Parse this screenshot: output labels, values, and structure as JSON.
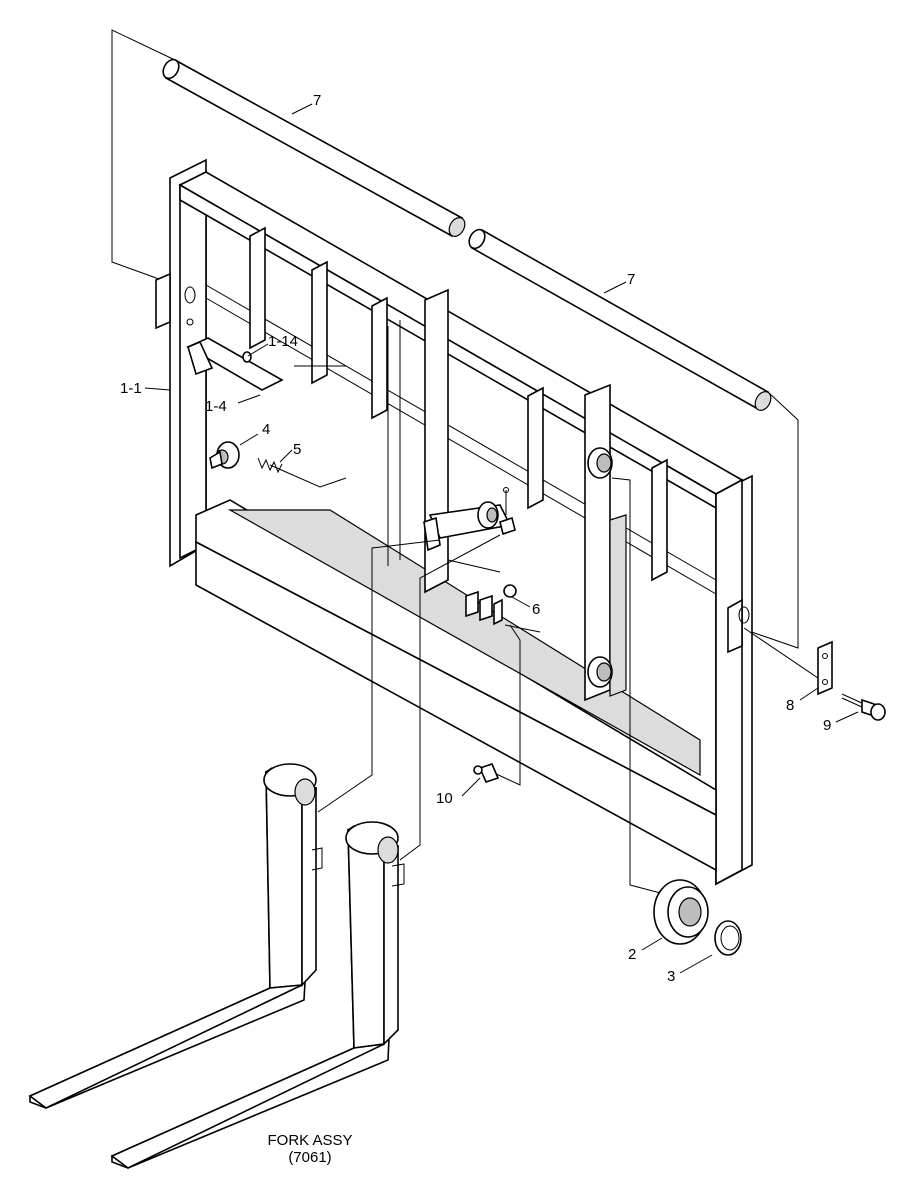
{
  "title": "FORK ASSY",
  "subtitle": "(7061)",
  "callouts": {
    "rod_upper": "7",
    "rod_lower": "7",
    "frame": "1-1",
    "cylinder_14": "1-14",
    "cylinder_4": "1-4",
    "roller": "4",
    "spring": "5",
    "nut": "6",
    "plate": "8",
    "bolt": "9",
    "fitting": "10",
    "bearing": "2",
    "snap_ring": "3"
  }
}
